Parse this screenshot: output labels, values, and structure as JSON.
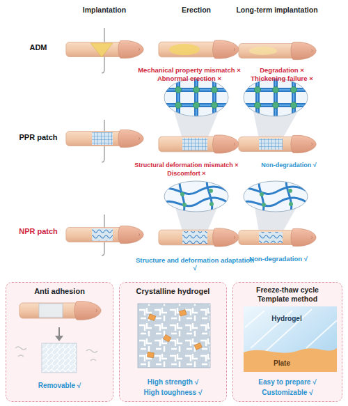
{
  "diagram": {
    "nodes": [
      {
        "text": [
          "Anti adhesion",
          "Removable √"
        ]
      },
      {
        "text": [
          "Crystalline hydrogel",
          "High strength √",
          "High toughness √"
        ]
      },
      {
        "text": [
          "Freeze-thaw cycle Template method",
          "Easy to prepare √",
          "Customizable √"
        ]
      }
    ],
    "labels": [
      "Implantation",
      "Erection",
      "Long-term implantation",
      "ADM",
      "Mechanical property mismatch ×",
      "Abnormal erection ×",
      "Degradation ×",
      "Thickening failure ×",
      "PPR patch",
      "Structural deformation mismatch ×",
      "Discomfort ×",
      "Non-degradation √",
      "NPR patch",
      "Structure and deformation adaptation √",
      "Non-degradation √",
      "Hydrogel",
      "Plate"
    ]
  }
}
